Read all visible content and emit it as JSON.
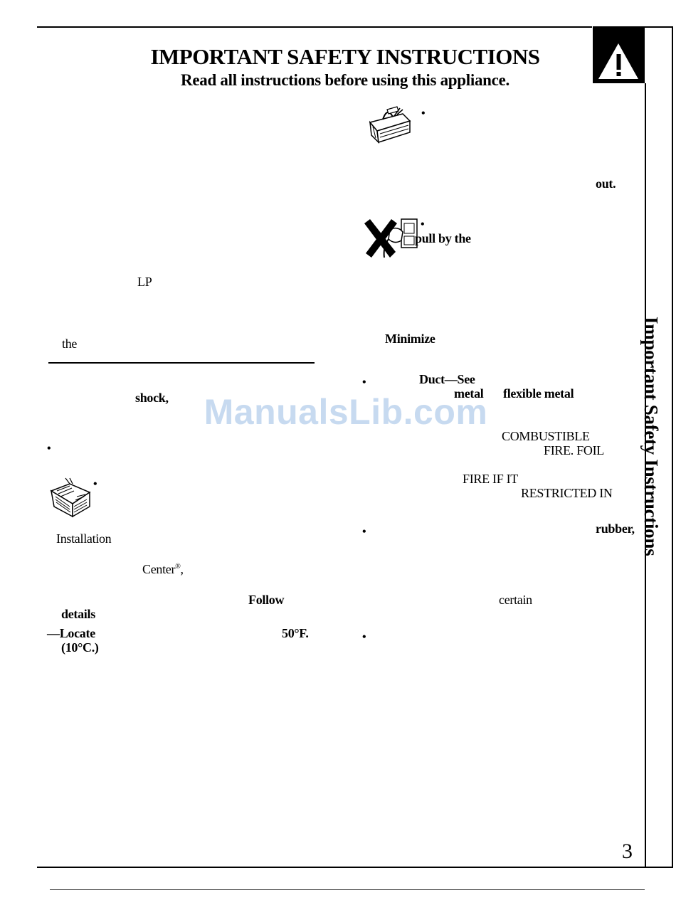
{
  "header": {
    "title": "IMPORTANT SAFETY INSTRUCTIONS",
    "subtitle": "Read all instructions before using this appliance."
  },
  "sidebar": {
    "title": "Important Safety Instructions"
  },
  "left_column": {
    "lp": "LP",
    "the": "the",
    "shock": "shock,",
    "installation": "Installation",
    "center": "Center",
    "registered": "®",
    "center_comma": ",",
    "follow": "Follow",
    "details": "details",
    "locate": "—Locate",
    "temp_f": "50°F.",
    "temp_c": "(10°C.)"
  },
  "right_column": {
    "out": "out.",
    "pull_by_the": "pull by the",
    "minimize": "Minimize",
    "duct_see": "Duct—See",
    "metal": "metal",
    "flexible_metal": "flexible metal",
    "combustible": "COMBUSTIBLE",
    "fire_foil": "FIRE. FOIL",
    "fire_if_it": "FIRE IF IT",
    "restricted_in": "RESTRICTED IN",
    "rubber": "rubber,",
    "certain": "certain"
  },
  "bullet_char": "•",
  "watermark": "ManualsLib.com",
  "page_number": "3",
  "icons": {
    "warning": "warning-triangle-icon",
    "toolbox": "toolbox-icon",
    "plug": "unplug-cord-icon",
    "manual": "instruction-book-icon"
  },
  "colors": {
    "watermark": "#c7daf0",
    "ink": "#000000"
  }
}
